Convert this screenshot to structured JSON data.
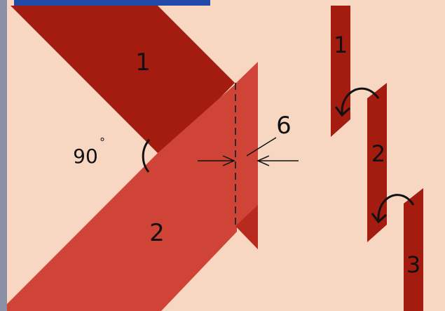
{
  "colors": {
    "background": "#f7d7c1",
    "strip_dark": "#a41c10",
    "strip_light": "#cf4436",
    "fold_edge": "#b82a1d",
    "ink": "#111111",
    "top_bar": "#1f4aa8",
    "left_border": "#8a8fa3"
  },
  "diagram": {
    "strip_1_label": "1",
    "strip_2_label": "2",
    "angle_label": "90",
    "angle_unit": "°",
    "weld_label": "6"
  },
  "steps": [
    {
      "label": "1"
    },
    {
      "label": "2"
    },
    {
      "label": "3"
    }
  ],
  "icons": {
    "fold_arrow_1": "curved-arrow-icon",
    "fold_arrow_2": "curved-arrow-icon"
  }
}
